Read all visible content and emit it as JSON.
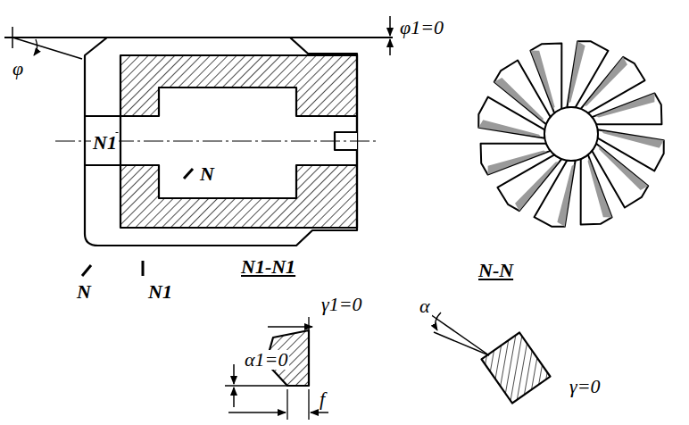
{
  "diagram": {
    "labels": [
      "φ1=0",
      "φ",
      "N1",
      "N",
      "N1-N1",
      "N-N",
      "N",
      "N1",
      "γ1=0",
      "α",
      "γ=0",
      "α1=0",
      "f"
    ]
  }
}
